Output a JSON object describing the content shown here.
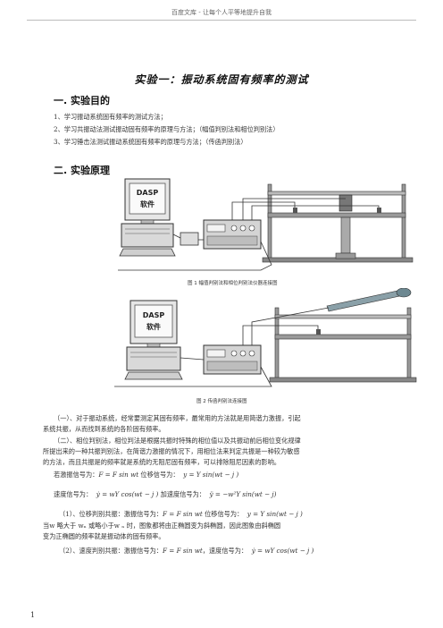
{
  "header": "百度文库 - 让每个人平等地提升自我",
  "title": "实验一：振动系统固有频率的测试",
  "sections": [
    {
      "heading": "一.   实验目的"
    },
    {
      "heading": "二.   实验原理"
    }
  ],
  "objectives": [
    "1、学习振动系统固有频率的测试方法；",
    "2、学习共振动法测试振动固有频率的原理与方法；（幅值判别法和相位判别法）",
    "3、学习锤击法测试振动系统固有频率的原理与方法；（传函判别法）"
  ],
  "figure1": {
    "software_label_1": "DASP",
    "software_label_2": "软件",
    "caption": "图 1  幅值判别法和相位判别法仪器连接图"
  },
  "figure2": {
    "software_label_1": "DASP",
    "software_label_2": "软件",
    "caption": "图 2  传函判别法连接图"
  },
  "paragraphs": {
    "p1_line1": "（一）、对于振动系统，经常要测定其固有频率，最常用的方法就是用简谐力激振，引起",
    "p1_line2": "系统共振，从而找到系统的各阶固有频率。",
    "p2_line1": "（二）、相位判别法，相位判法是根据共振时特殊的相位值以及共振动前后相位变化规律",
    "p2_line2": "所提出来的一种共振判别法，在简谐力激振的情况下，用相位法来判定共振是一种较为敏感",
    "p2_line3": "的方法，而且共振是的频率就是系统的无阻尼固有频率，可以排除阻尼因素的影响。",
    "p3_prefix": "若激振信号为：",
    "p3_force": "F = F sin wt",
    "p3_mid": "  位移信号为：",
    "p3_disp": "y = Y sin(wt − j )",
    "p4_prefix": "速度信号为：",
    "p4_vel": "ẏ  = wY cos(wt − j )",
    "p4_mid": "  加速度信号为：",
    "p4_acc": "ÿ  = −w²Y sin(wt − j)",
    "p5_line1_prefix": "（1）、位移判别共振：激振信号为：",
    "p5_force": "F = F sin wt",
    "p5_mid": "     位移信号为：",
    "p5_disp": "y = Y sin(wt − j )",
    "p5_line2": "当w 略大于 wₙ 或略小于w ₙ 时，图象都将由正椭圆变为斜椭圆，因此图象由斜椭圆",
    "p5_line3": "变为正椭圆的频率就是振动体的固有频率。",
    "p6_prefix": "（2）、速度判别共振：激振信号为：",
    "p6_force": "F = F sin wt",
    "p6_mid": "，速度信号为：",
    "p6_vel": "ẏ  = wY cos(wt − j )"
  },
  "page_number": "1"
}
